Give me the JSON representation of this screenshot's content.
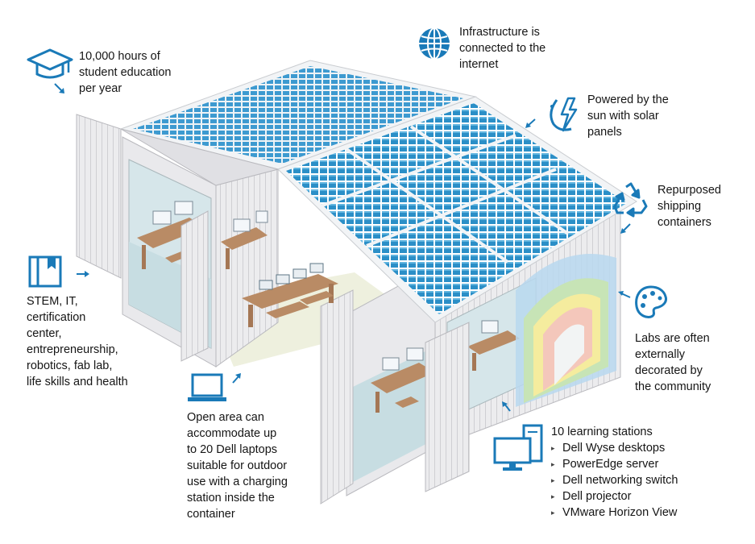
{
  "colors": {
    "accent": "#1a7ab8",
    "panel": "#2b8fc7",
    "panel_light": "#63b6e0",
    "container": "#e6e6e8",
    "container_line": "#c4c4c8",
    "wood": "#b98b65",
    "floor": "#eef0de",
    "rainbow_blue": "#b9d8ee",
    "rainbow_green": "#c7e4b6",
    "rainbow_yellow": "#f5ec9e",
    "rainbow_pink": "#f4c7bb"
  },
  "callouts": {
    "education": {
      "icon": "graduation-cap-icon",
      "lines": [
        "10,000 hours of",
        "student education",
        "per year"
      ]
    },
    "internet": {
      "icon": "globe-icon",
      "lines": [
        "Infrastructure is",
        "connected to the",
        "internet"
      ]
    },
    "solar": {
      "icon": "solar-power-icon",
      "lines": [
        "Powered by the",
        "sun with solar",
        "panels"
      ]
    },
    "containers": {
      "icon": "recycle-icon",
      "lines": [
        "Repurposed",
        "shipping",
        "containers"
      ]
    },
    "decorated": {
      "icon": "paint-palette-icon",
      "lines": [
        "Labs are often",
        "externally",
        "decorated by",
        "the community"
      ]
    },
    "curriculum": {
      "icon": "book-icon",
      "lines": [
        "STEM, IT,",
        "certification",
        "center,",
        "entrepreneurship,",
        "robotics, fab lab,",
        "life skills and health"
      ]
    },
    "laptops": {
      "icon": "laptop-icon",
      "lines": [
        "Open area can",
        "accommodate up",
        "to 20 Dell laptops",
        "suitable for outdoor",
        "use with a charging",
        "station inside the",
        "container"
      ]
    },
    "stations": {
      "icon": "desktop-computer-icon",
      "title": "10 learning stations",
      "items": [
        "Dell Wyse desktops",
        "PowerEdge server",
        "Dell networking switch",
        "Dell projector",
        "VMware Horizon View"
      ]
    }
  }
}
